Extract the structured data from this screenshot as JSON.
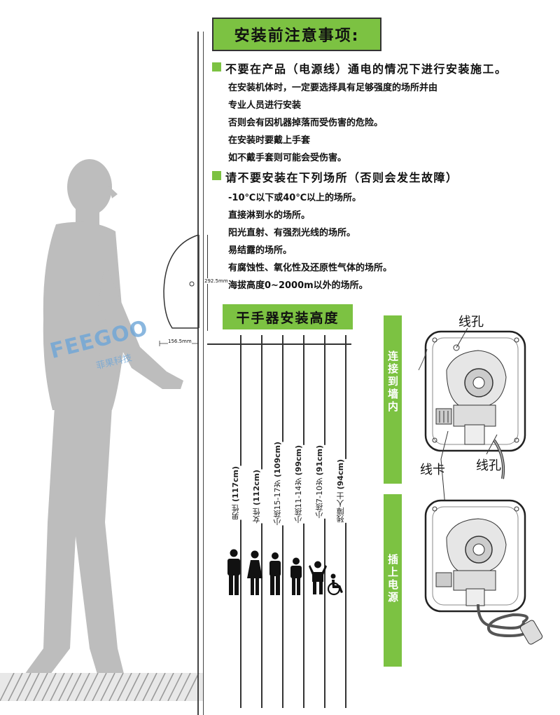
{
  "title": "安装前注意事项:",
  "section1": {
    "heading": "不要在产品（电源线）通电的情况下进行安装施工。",
    "lines": [
      "在安装机体时，一定要选择具有足够强度的场所并由",
      "专业人员进行安装",
      "否则会有因机器掉落而受伤害的危险。",
      "在安装时要戴上手套",
      "如不戴手套则可能会受伤害。"
    ]
  },
  "section2": {
    "heading": "请不要安装在下列场所（否则会发生故障）",
    "lines": [
      "-10℃以下或40℃以上的场所。",
      "直接淋到水的场所。",
      "阳光直射、有强烈光线的场所。",
      "易结露的场所。",
      "有腐蚀性、氧化性及还原性气体的场所。",
      "海拔高度0~2000m以外的场所。"
    ]
  },
  "dims": {
    "height": "292.5mm",
    "depth": "156.5mm"
  },
  "height_title": "干手器安装高度",
  "people": [
    {
      "label": "男性",
      "value": "(117cm)",
      "icon": "man-icon"
    },
    {
      "label": "女性",
      "value": "(112cm)",
      "icon": "woman-icon"
    },
    {
      "label": "小孩15-17岁",
      "value": "(109cm)",
      "icon": "teen-icon"
    },
    {
      "label": "小孩11-14岁",
      "value": "(99cm)",
      "icon": "child-icon"
    },
    {
      "label": "小孩7-10岁",
      "value": "(91cm)",
      "icon": "kid-icon"
    },
    {
      "label": "残障人士",
      "value": "(94cm)",
      "icon": "wheelchair-icon"
    }
  ],
  "watermark": {
    "brand": "FEEGOO",
    "sub": "菲果科技"
  },
  "diagram": {
    "label_hole_top": "线孔",
    "label_clip": "线卡",
    "label_hole_bottom": "线孔",
    "side_top": "连接到墙内",
    "side_bottom": "插上电源"
  },
  "colors": {
    "accent_green": "#7cc242",
    "silhouette_gray": "#bdbdbd",
    "watermark_blue": "#6ea6d8"
  }
}
